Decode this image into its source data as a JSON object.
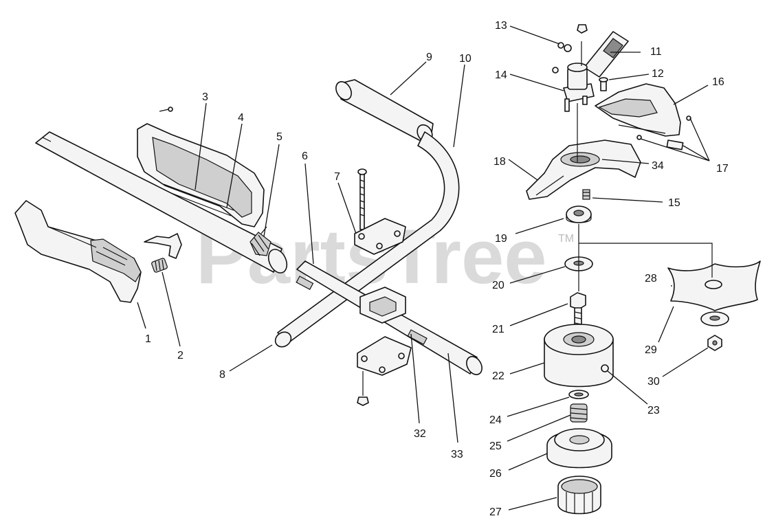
{
  "diagram": {
    "watermark": "PartsTree",
    "trademark": "TM",
    "callouts": [
      "1",
      "2",
      "3",
      "4",
      "5",
      "6",
      "7",
      "8",
      "9",
      "10",
      "11",
      "12",
      "13",
      "14",
      "15",
      "16",
      "17",
      "18",
      "19",
      "20",
      "21",
      "22",
      "23",
      "24",
      "25",
      "26",
      "27",
      "28",
      "29",
      "30",
      "32",
      "33",
      "34"
    ]
  }
}
